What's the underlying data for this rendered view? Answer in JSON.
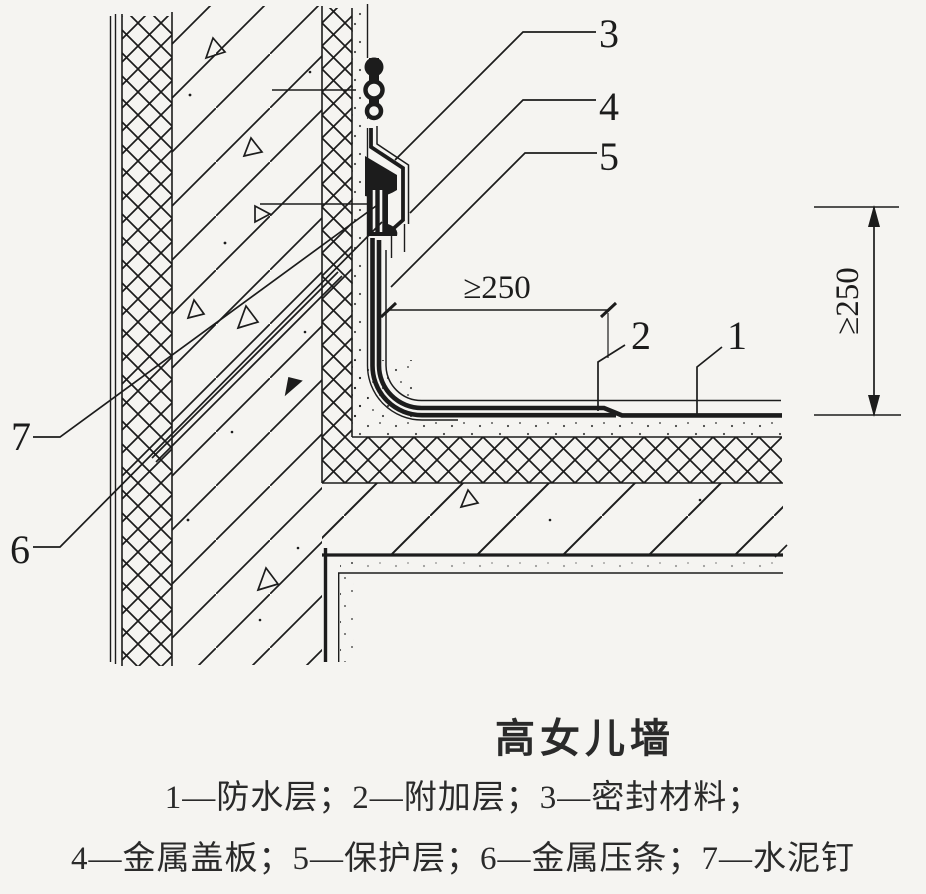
{
  "figure": {
    "title": "高女儿墙",
    "legend_line_1": "1—防水层；2—附加层；3—密封材料；",
    "legend_line_2": "4—金属盖板；5—保护层；6—金属压条；7—水泥钉",
    "callouts": {
      "n1": "1",
      "n2": "2",
      "n3": "3",
      "n4": "4",
      "n5": "5",
      "n6": "6",
      "n7": "7"
    },
    "dimensions": {
      "horizontal": "≥250",
      "vertical": "≥250"
    },
    "legend_items": [
      {
        "number": "1",
        "name": "防水层"
      },
      {
        "number": "2",
        "name": "附加层"
      },
      {
        "number": "3",
        "name": "密封材料"
      },
      {
        "number": "4",
        "name": "金属盖板"
      },
      {
        "number": "5",
        "name": "保护层"
      },
      {
        "number": "6",
        "name": "金属压条"
      },
      {
        "number": "7",
        "name": "水泥钉"
      }
    ],
    "colors": {
      "ink": "#1c1c1c",
      "paper": "#f5f4f1"
    }
  }
}
